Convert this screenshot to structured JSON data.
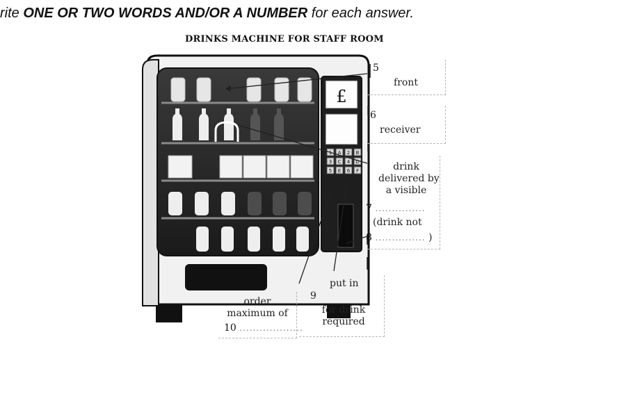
{
  "instruction": {
    "prefix": "rite ",
    "bold": "ONE OR TWO WORDS AND/OR A NUMBER",
    "suffix": " for each answer."
  },
  "title": "DRINKS MACHINE FOR STAFF ROOM",
  "coin_symbol": "£",
  "keypad_keys": [
    "1",
    "A",
    "2",
    "B",
    "3",
    "C",
    "4",
    "D",
    "5",
    "E",
    "6",
    "F"
  ],
  "labels": {
    "q5": {
      "num": "5",
      "text": "front"
    },
    "q6": {
      "num": "6",
      "text": "receiver"
    },
    "q7": {
      "lines": [
        "drink",
        "delivered by",
        "a visible"
      ],
      "num": "7",
      "dots": "...............",
      "after": "(drink not"
    },
    "q8": {
      "num": "8",
      "dots": "...............",
      "close": ")"
    },
    "q9": {
      "pre": "put in",
      "num": "9",
      "lines": [
        "for drink",
        "required"
      ]
    },
    "q10": {
      "lines": [
        "order",
        "maximum of"
      ],
      "num": "10",
      "dots": "..................."
    }
  }
}
